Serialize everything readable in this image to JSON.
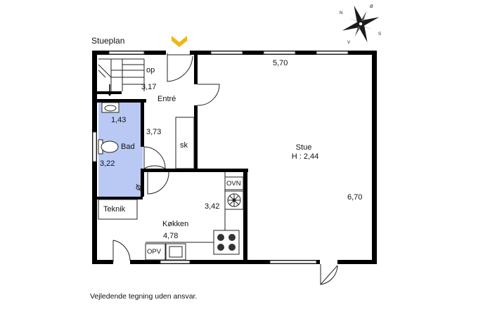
{
  "plan_title": "Stueplan",
  "disclaimer": "Vejledende tegning uden ansvar.",
  "compass": {
    "north": "N",
    "east": "Ø",
    "south": "S",
    "west": "V"
  },
  "rooms": {
    "stairs": {
      "label": "op",
      "dimension": "3,17"
    },
    "entry": {
      "label": "Entré",
      "dimension": "3,73"
    },
    "closet": {
      "label": "sk"
    },
    "bathroom": {
      "label": "Bad",
      "dim_width": "1,43",
      "dim_length": "3,22"
    },
    "utility": {
      "label": "Teknik"
    },
    "kitchen": {
      "label": "Køkken",
      "dim_width": "4,78",
      "dim_length": "3,42"
    },
    "oven": {
      "label": "OVN"
    },
    "dishwasher": {
      "label": "OPV"
    },
    "living": {
      "label": "Stue",
      "height_label": "H : 2,44",
      "dim_width": "5,70",
      "dim_length": "6,70"
    }
  },
  "colors": {
    "wall": "#000000",
    "bathroom_fill": "#b9c9f4",
    "entrance_arrow": "#f1b518",
    "line": "#1a1a1a"
  }
}
